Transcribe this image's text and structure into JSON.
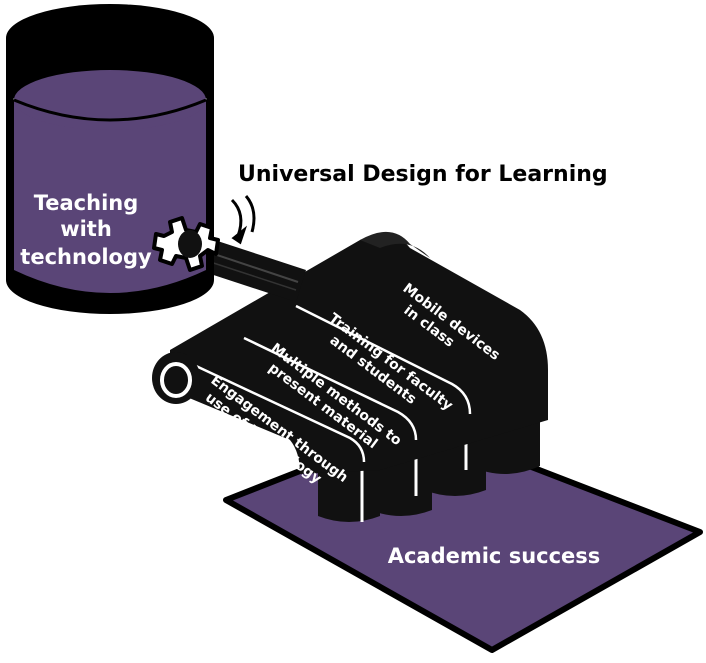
{
  "source_label": "Teaching with technology",
  "source_lines": [
    "Teaching",
    "with",
    "technology"
  ],
  "valve_label": "Universal Design for Learning",
  "pipes": [
    {
      "lines": [
        "Mobile devices",
        "in class"
      ]
    },
    {
      "lines": [
        "Training for faculty",
        "and students"
      ]
    },
    {
      "lines": [
        "Multiple methods to",
        "present material"
      ]
    },
    {
      "lines": [
        "Engagement through",
        "use of technology"
      ]
    }
  ],
  "outcome_label": "Academic success",
  "colors": {
    "purple": "#5a4577",
    "outline": "#000000",
    "highlight": "#ffffff"
  }
}
